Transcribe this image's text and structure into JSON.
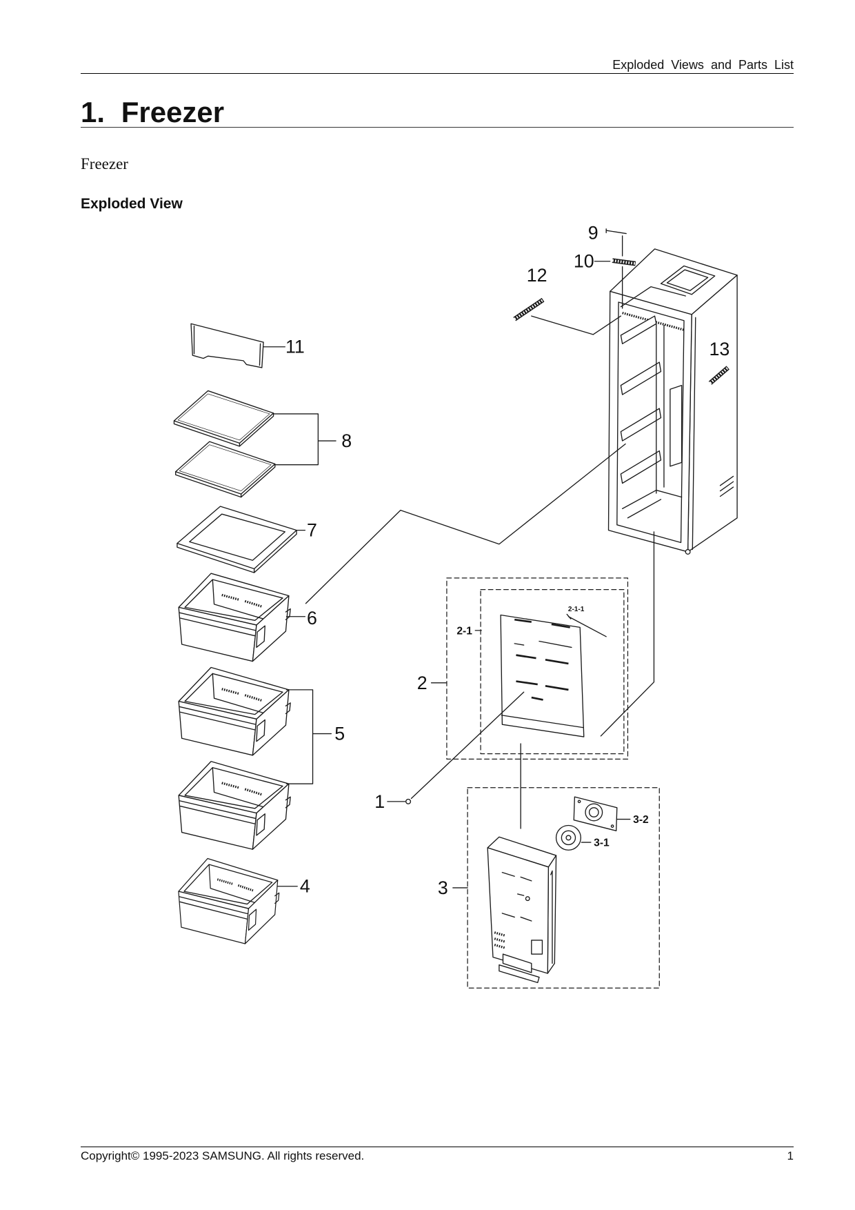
{
  "header": {
    "running_title": "Exploded Views and Parts List"
  },
  "section": {
    "title": "1. Freezer",
    "subtitle": "Freezer",
    "heading": "Exploded View"
  },
  "diagram": {
    "callouts": {
      "part_1": "1",
      "part_2": "2",
      "part_2_1": "2-1",
      "part_2_1_1": "2-1-1",
      "part_3": "3",
      "part_3_1": "3-1",
      "part_3_2": "3-2",
      "part_4": "4",
      "part_5": "5",
      "part_6": "6",
      "part_7": "7",
      "part_8": "8",
      "part_9": "9",
      "part_10": "10",
      "part_11": "11",
      "part_12": "12",
      "part_13": "13"
    }
  },
  "footer": {
    "copyright": "Copyright© 1995-2023 SAMSUNG. All rights reserved.",
    "page_number": "1"
  }
}
